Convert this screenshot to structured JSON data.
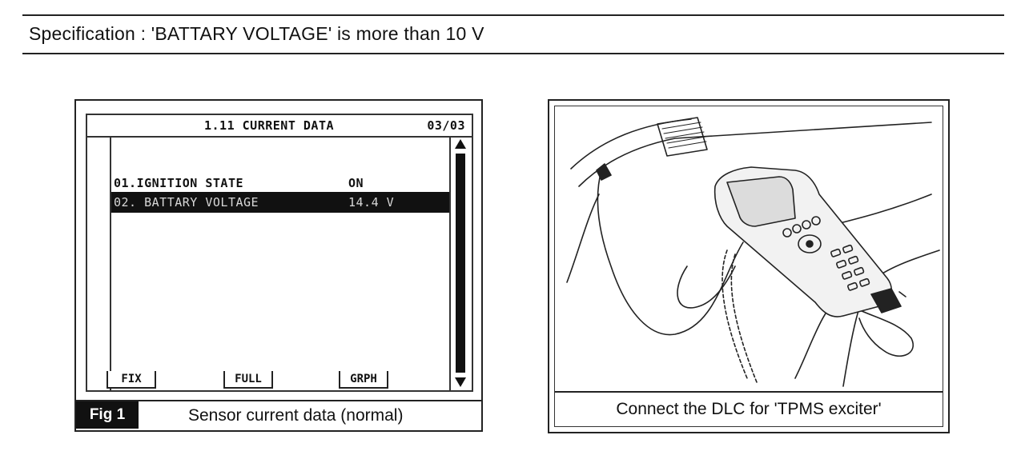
{
  "specification": {
    "text": "Specification :  'BATTARY VOLTAGE' is more than 10 V"
  },
  "figure1": {
    "screen_title": "1.11 CURRENT DATA",
    "screen_page": "03/03",
    "rows": [
      {
        "label": "01.IGNITION STATE",
        "value": "ON"
      },
      {
        "label": "02. BATTARY VOLTAGE",
        "value": "14.4 V"
      }
    ],
    "softkeys": [
      "FIX",
      "FULL",
      "GRPH"
    ],
    "badge": "Fig 1",
    "caption": "Sensor current data (normal)"
  },
  "figure2": {
    "caption": "Connect the DLC for 'TPMS exciter'"
  }
}
